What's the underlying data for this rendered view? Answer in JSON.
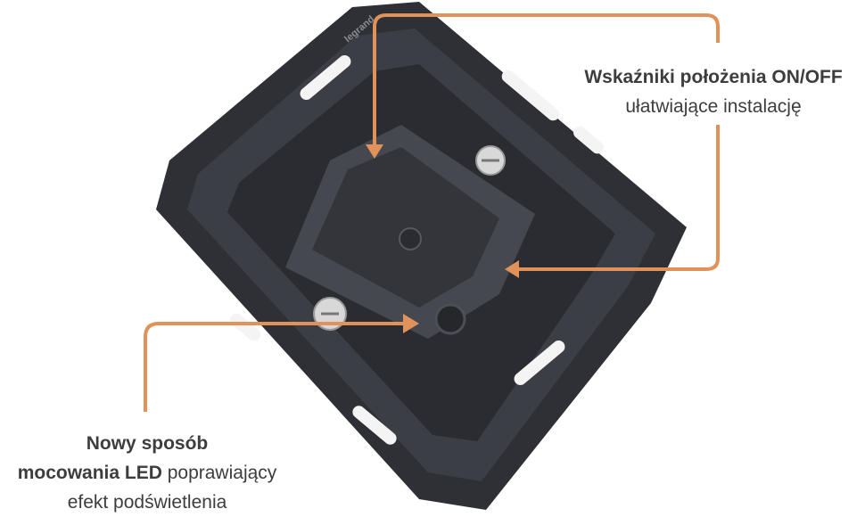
{
  "product": {
    "brand_logo": "legrand",
    "image": "switch-mechanism-photo"
  },
  "accent_color": "#e0925a",
  "annotations": {
    "top": {
      "bold": "Wskaźniki położenia ON/OFF",
      "regular": "ułatwiające instalację"
    },
    "bottom": {
      "bold_line1": "Nowy sposób",
      "bold_line2": "mocowania LED",
      "regular_line2": " poprawiający",
      "regular_line3": "efekt podświetlenia"
    }
  }
}
